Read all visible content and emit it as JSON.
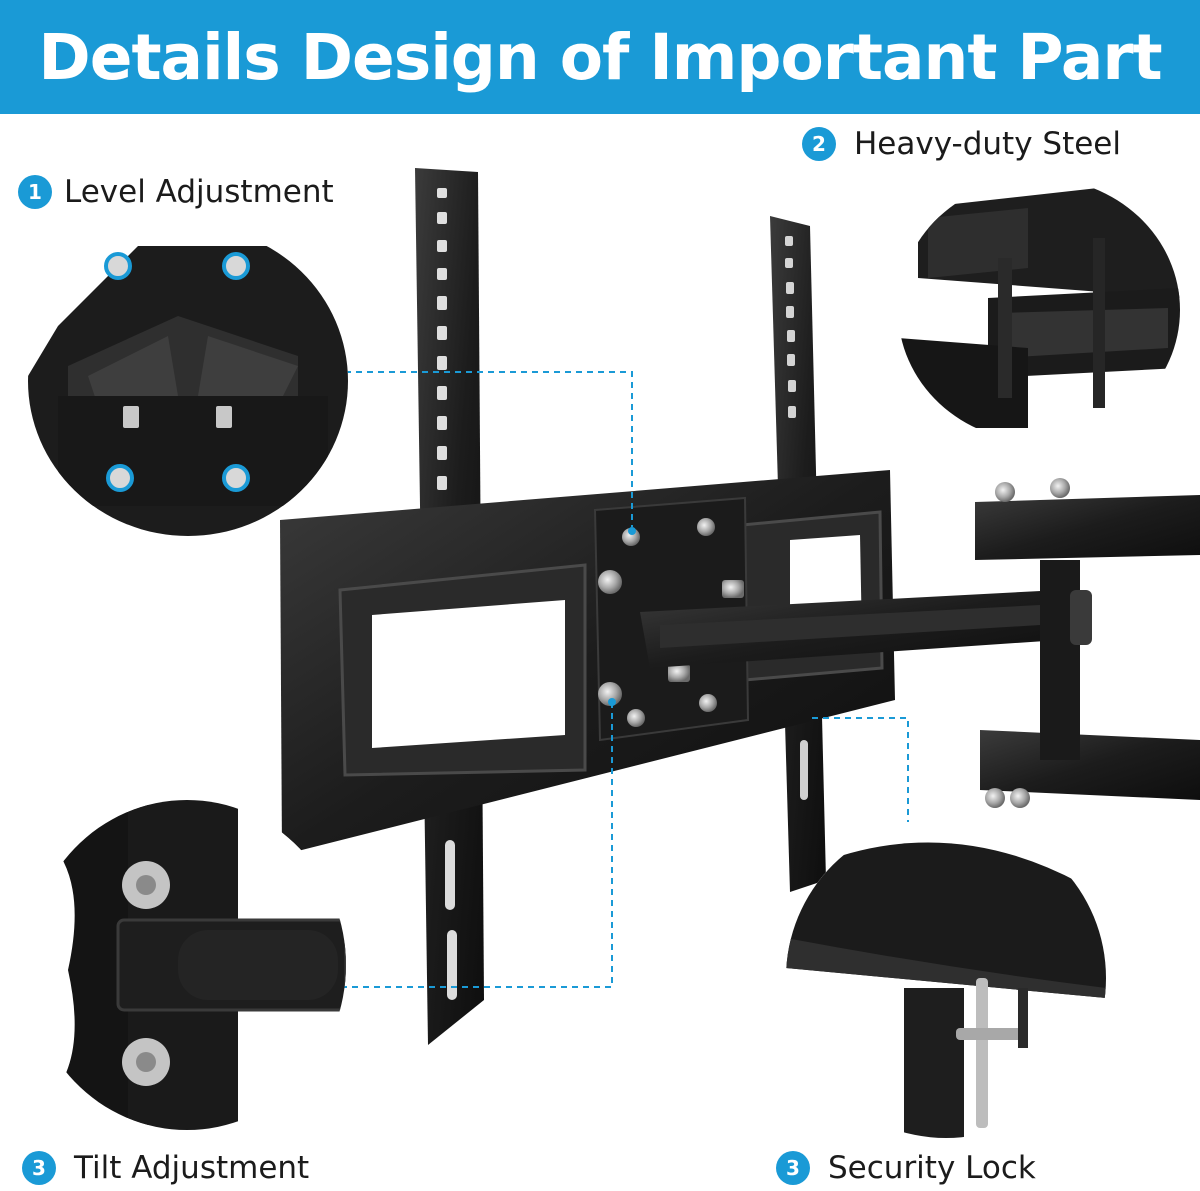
{
  "header": {
    "title": "Details Design of Important Part"
  },
  "callouts": [
    {
      "number": "1",
      "label": "Level Adjustment",
      "icon": "level-adjustment-closeup"
    },
    {
      "number": "2",
      "label": "Heavy-duty Steel",
      "icon": "steel-arm-closeup"
    },
    {
      "number": "3",
      "label": "Tilt Adjustment",
      "icon": "tilt-adjustment-closeup"
    },
    {
      "number": "3",
      "label": "Security Lock",
      "icon": "security-lock-closeup"
    }
  ],
  "colors": {
    "accent": "#1a9ad6",
    "steel": "#1e1e1e",
    "steel_highlight": "#3a3a3a"
  }
}
